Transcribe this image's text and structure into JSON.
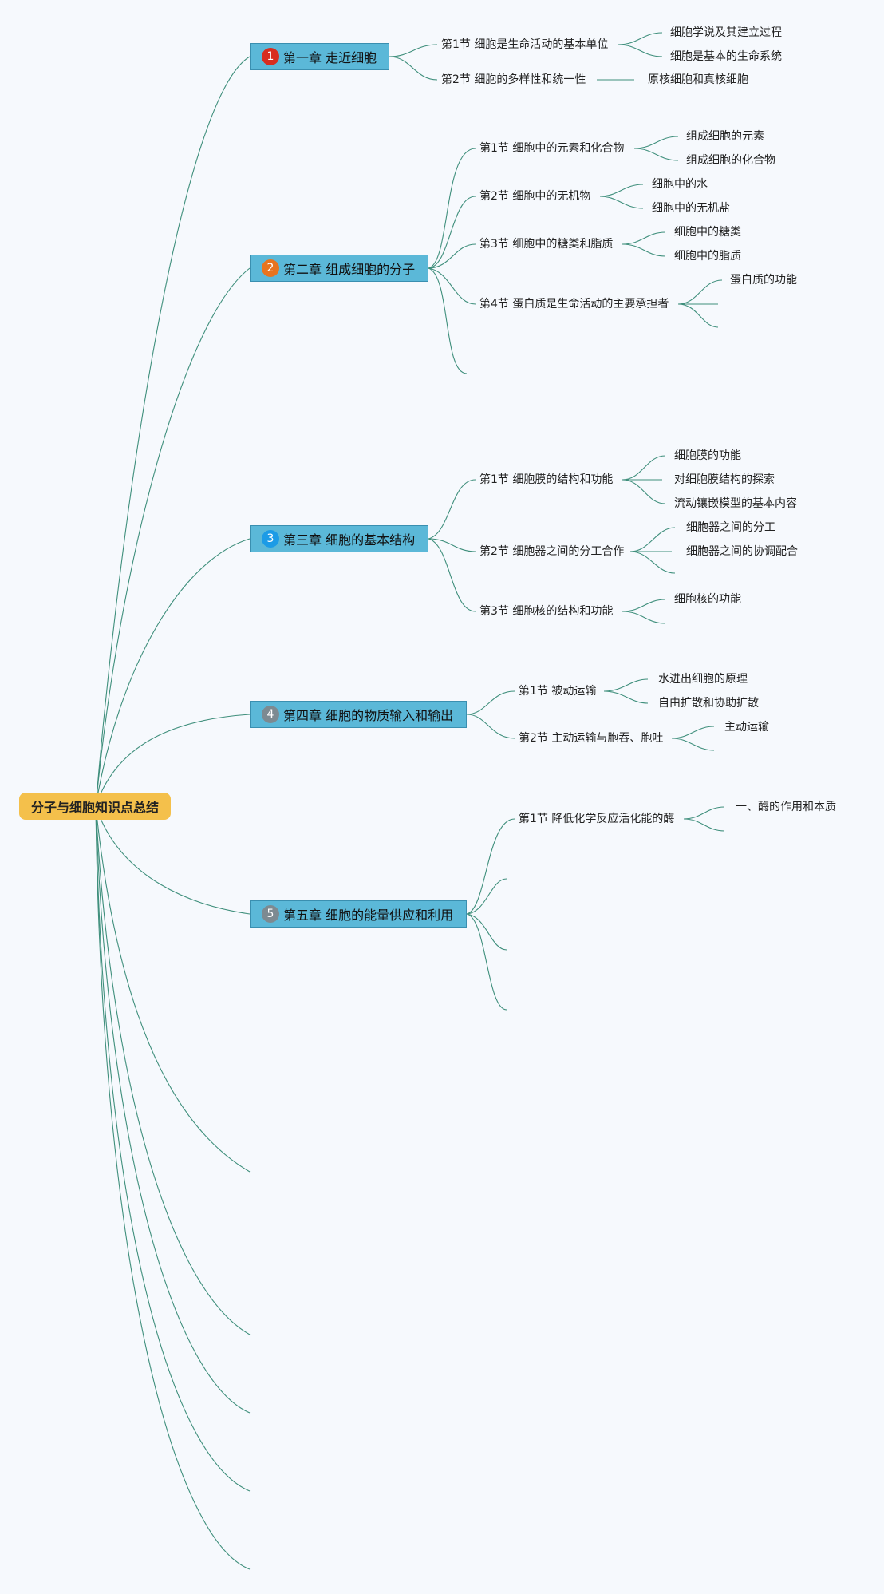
{
  "root": {
    "label": "分子与细胞知识点总结"
  },
  "chapters": [
    {
      "label": "第一章 走近细胞",
      "badge": "1",
      "badge_color": "#d82d1f",
      "sections": [
        {
          "label": "第1节 细胞是生命活动的基本单位",
          "children": [
            "细胞学说及其建立过程",
            "细胞是基本的生命系统"
          ]
        },
        {
          "label": "第2节 细胞的多样性和统一性",
          "children": [
            "原核细胞和真核细胞"
          ]
        }
      ]
    },
    {
      "label": "第二章 组成细胞的分子",
      "badge": "2",
      "badge_color": "#e8741e",
      "sections": [
        {
          "label": "第1节 细胞中的元素和化合物",
          "children": [
            "组成细胞的元素",
            "组成细胞的化合物"
          ]
        },
        {
          "label": "第2节 细胞中的无机物",
          "children": [
            "细胞中的水",
            "细胞中的无机盐"
          ]
        },
        {
          "label": "第3节 细胞中的糖类和脂质",
          "children": [
            "细胞中的糖类",
            "细胞中的脂质"
          ]
        },
        {
          "label": "第4节 蛋白质是生命活动的主要承担者",
          "children": [
            "蛋白质的功能"
          ]
        }
      ]
    },
    {
      "label": "第三章 细胞的基本结构",
      "badge": "3",
      "badge_color": "#1c9be6",
      "sections": [
        {
          "label": "第1节 细胞膜的结构和功能",
          "children": [
            "细胞膜的功能",
            "对细胞膜结构的探索",
            "流动镶嵌模型的基本内容"
          ]
        },
        {
          "label": "第2节 细胞器之间的分工合作",
          "children": [
            "细胞器之间的分工",
            "细胞器之间的协调配合"
          ]
        },
        {
          "label": "第3节 细胞核的结构和功能",
          "children": [
            "细胞核的功能"
          ]
        }
      ]
    },
    {
      "label": "第四章 细胞的物质输入和输出",
      "badge": "4",
      "badge_color": "#7d8a91",
      "sections": [
        {
          "label": "第1节 被动运输",
          "children": [
            "水进出细胞的原理",
            "自由扩散和协助扩散"
          ]
        },
        {
          "label": "第2节 主动运输与胞吞、胞吐",
          "children": [
            "主动运输"
          ]
        }
      ]
    },
    {
      "label": "第五章 细胞的能量供应和利用",
      "badge": "5",
      "badge_color": "#7d8a91",
      "sections": [
        {
          "label": "第1节 降低化学反应活化能的酶",
          "children": [
            "一、酶的作用和本质"
          ]
        }
      ]
    }
  ],
  "colors": {
    "root_fill": "#f4c04b",
    "chapter_fill": "#5bb8d8",
    "edge": "#3f8f7c",
    "background": "#f6f9fd"
  }
}
